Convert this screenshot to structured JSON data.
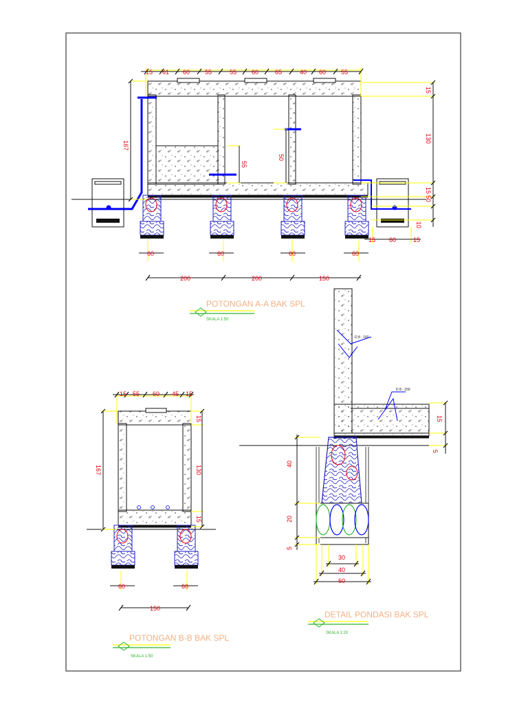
{
  "colors": {
    "dimension_text": "#e8000e",
    "title_text": "#f2b183",
    "scale_text": "#2fb52f",
    "dimension_line": "#ffff00",
    "pipe": "#0000ff",
    "stone": "#2020c0",
    "concrete_dots": "#333333"
  },
  "section_aa": {
    "title": "POTONGAN A-A BAK SPL",
    "scale": "SKALA 1:50",
    "top_dims": [
      "15",
      "61",
      "60",
      "55",
      "55",
      "60",
      "65",
      "40",
      "60",
      "55"
    ],
    "left_dim": "167",
    "right_dims": [
      "15",
      "130",
      "15",
      "50",
      "10"
    ],
    "inner_dims": [
      "55",
      "50"
    ],
    "footing_dims": [
      "60",
      "60",
      "60",
      "60"
    ],
    "side_dims": [
      "15",
      "60",
      "15"
    ],
    "bottom_dims": [
      "200",
      "200",
      "150"
    ]
  },
  "section_bb": {
    "title": "POTONGAN B-B BAK SPL",
    "scale": "SKALA 1:50",
    "top_dims": [
      "15",
      "55",
      "60",
      "45",
      "15"
    ],
    "left_dim": "167",
    "right_dims": [
      "15",
      "130",
      "15"
    ],
    "footing_dims": [
      "60",
      "60"
    ],
    "bottom_dim": "150"
  },
  "detail": {
    "title": "DETAIL PONDASI BAK SPL",
    "scale": "SKALA 1:20",
    "rebar_labels": [
      "D 8 - 150",
      "D 8 - 150"
    ],
    "right_dims": [
      "15",
      "5"
    ],
    "left_dims": [
      "40",
      "20",
      "5"
    ],
    "bottom_dims": [
      "30",
      "40",
      "60"
    ]
  }
}
